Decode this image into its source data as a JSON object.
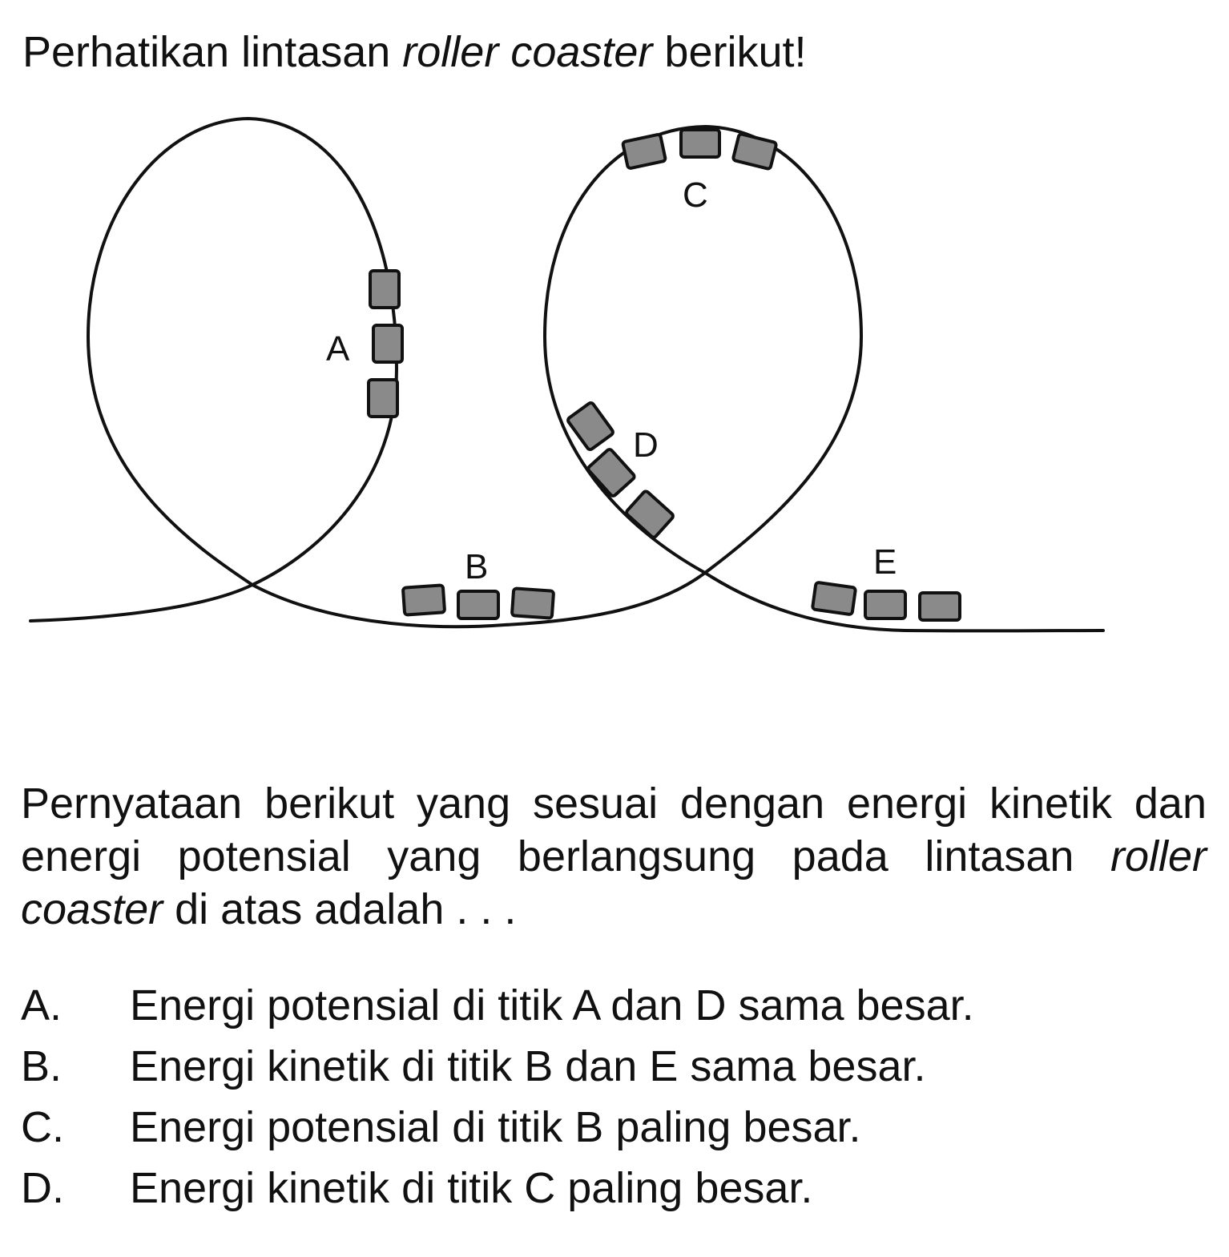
{
  "title": {
    "before": "Perhatikan lintasan ",
    "italic": "roller coaster",
    "after": " berikut!"
  },
  "diagram": {
    "points": {
      "A": "A",
      "B": "B",
      "C": "C",
      "D": "D",
      "E": "E"
    },
    "track_color": "#111111",
    "car_color": "#8a8a8a"
  },
  "question": {
    "part1": "Pernyataan berikut yang sesuai dengan energi kinetik dan energi potensial yang berlangsung pada lintasan ",
    "italic": "roller coaster",
    "part2": " di atas adalah . . ."
  },
  "options": [
    {
      "letter": "A.",
      "text": "Energi potensial di titik A dan D sama besar."
    },
    {
      "letter": "B.",
      "text": "Energi kinetik di titik B dan E sama besar."
    },
    {
      "letter": "C.",
      "text": "Energi potensial di titik B paling besar."
    },
    {
      "letter": "D.",
      "text": "Energi kinetik di titik C paling besar."
    }
  ]
}
